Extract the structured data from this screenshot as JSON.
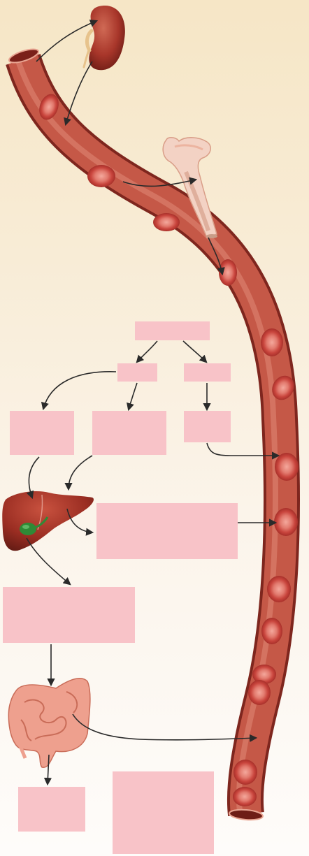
{
  "diagram": {
    "colors": {
      "vessel": "#c95a4a",
      "vessel_dark": "#8e2e25",
      "vessel_highlight": "#e48b76",
      "rbc": "#d8584f",
      "rbc_center": "#f09a90",
      "label_box": "#f8c3c8",
      "arrow": "#2a2a2a",
      "kidney": "#a8362a",
      "liver": "#9a2d22",
      "gallbladder": "#2f8a36",
      "intestine": "#eea08e",
      "bone": "#f3d2c4"
    },
    "icons": [
      "kidney-icon",
      "bone-icon",
      "liver-icon",
      "intestine-icon",
      "blood-vessel",
      "red-blood-cell"
    ],
    "boxes": [
      {
        "id": "b1",
        "text": ""
      },
      {
        "id": "b2",
        "text": ""
      },
      {
        "id": "b3",
        "text": ""
      },
      {
        "id": "b4",
        "text": ""
      },
      {
        "id": "b5",
        "text": ""
      },
      {
        "id": "b6",
        "text": ""
      },
      {
        "id": "b7",
        "text": ""
      },
      {
        "id": "b8",
        "text": ""
      },
      {
        "id": "b9",
        "text": ""
      },
      {
        "id": "b10",
        "text": ""
      }
    ]
  }
}
